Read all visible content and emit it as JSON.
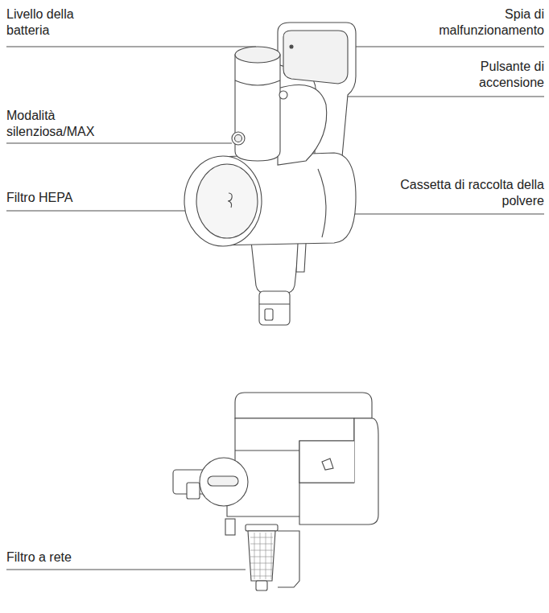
{
  "diagram": {
    "labels": [
      "Livello della batteria",
      "Spia di malfunzionamento",
      "Pulsante di accensione",
      "Modalità silenziosa/MAX",
      "Cassetta di raccolta della polvere",
      "Filtro HEPA",
      "Filtro a rete"
    ]
  }
}
